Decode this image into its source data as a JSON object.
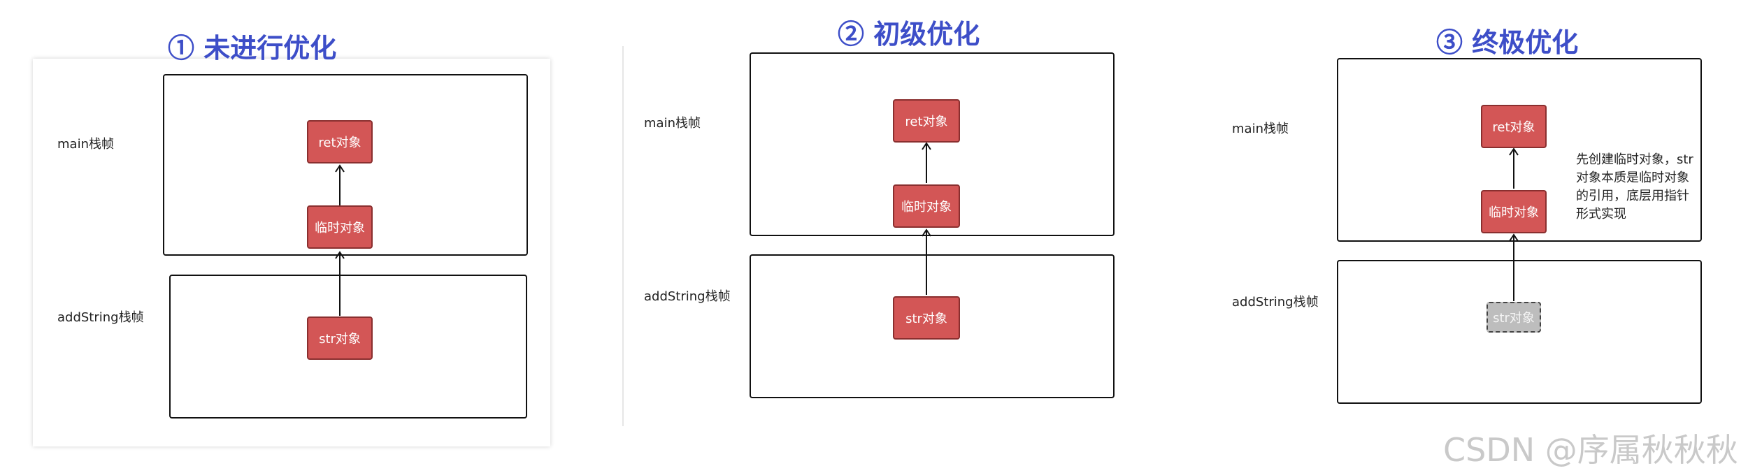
{
  "panels": [
    {
      "title": "① 未进行优化",
      "main_label": "main栈帧",
      "add_label": "addString栈帧",
      "ret": "ret对象",
      "temp": "临时对象",
      "str": "str对象"
    },
    {
      "title": "② 初级优化",
      "main_label": "main栈帧",
      "add_label": "addString栈帧",
      "ret": "ret对象",
      "temp": "临时对象",
      "str": "str对象"
    },
    {
      "title": "③ 终极优化",
      "main_label": "main栈帧",
      "add_label": "addString栈帧",
      "ret": "ret对象",
      "temp": "临时对象",
      "str": "str对象",
      "note": "先创建临时对象，str对象本质是临时对象的引用，底层用指针形式实现"
    }
  ],
  "watermark": "CSDN @序属秋秋秋",
  "colors": {
    "title": "#3d4ec8",
    "object_fill": "#d35656",
    "object_border": "#8a2f2f",
    "ghost_fill": "#bdbdbd",
    "frame_border": "#111111"
  }
}
